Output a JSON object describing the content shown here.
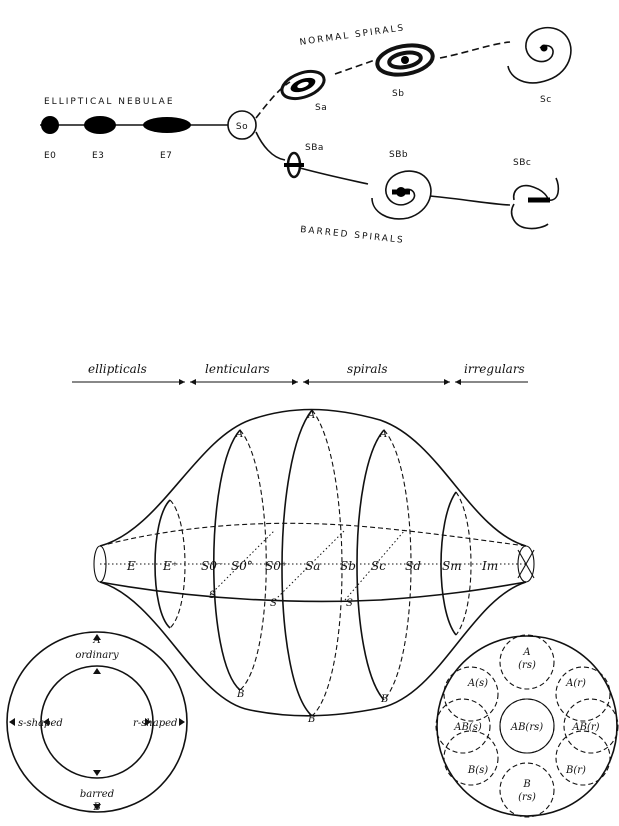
{
  "hubble": {
    "ellipticals_title": "ELLIPTICAL NEBULAE",
    "normal_title": "NORMAL SPIRALS",
    "barred_title": "BARRED SPIRALS",
    "ellipticals": [
      "E0",
      "E3",
      "E7"
    ],
    "center": "So",
    "normal": [
      "Sa",
      "Sb",
      "Sc"
    ],
    "barred": [
      "SBa",
      "SBb",
      "SBc"
    ]
  },
  "deVaucouleurs": {
    "headers": [
      "ellipticals",
      "lenticulars",
      "spirals",
      "irregulars"
    ],
    "axis": [
      "E",
      "E⁺",
      "S0⁻",
      "S0°",
      "S0⁺",
      "Sa",
      "Sb",
      "Sc",
      "Sd",
      "Sm",
      "Im"
    ],
    "top_labels": [
      "A",
      "A",
      "A"
    ],
    "bottom_labels": [
      "B",
      "B",
      "B"
    ],
    "side_labels": [
      "S",
      "S",
      "S"
    ]
  },
  "ring_diagram": {
    "top_label": "ordinary",
    "top_letter": "A",
    "left_label": "s-shaped",
    "right_label": "r-shaped",
    "bottom_label": "barred",
    "bottom_letter": "B"
  },
  "circle_grid": {
    "cells": [
      "A",
      "(rs)",
      "A(s)",
      "A(r)",
      "AB(s)",
      "AB(rs)",
      "AB(r)",
      "B(s)",
      "B(r)",
      "B",
      "(rs)"
    ]
  }
}
